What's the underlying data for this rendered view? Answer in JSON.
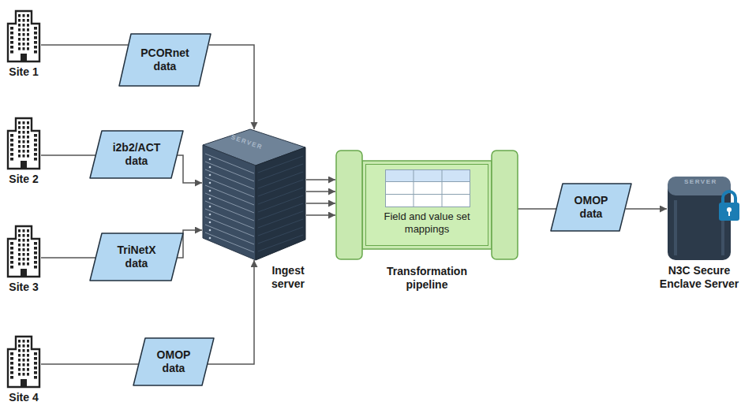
{
  "diagram": {
    "nodes": [
      {
        "text": [
          "Site 1"
        ]
      },
      {
        "text": [
          "PCORnet data"
        ]
      },
      {
        "text": [
          "Site 2"
        ]
      },
      {
        "text": [
          "i2b2/ACT data"
        ]
      },
      {
        "text": [
          "Site 3"
        ]
      },
      {
        "text": [
          "TriNetX data"
        ]
      },
      {
        "text": [
          "Site 4"
        ]
      },
      {
        "text": [
          "OMOP data"
        ]
      },
      {
        "text": [
          "Ingest server"
        ]
      },
      {
        "text": [
          "Transformation pipeline"
        ]
      },
      {
        "text": [
          "Field and value set mappings"
        ],
        "in": 9
      },
      {
        "text": [
          "OMOP data"
        ]
      },
      {
        "text": [
          "N3C Secure Enclave Server"
        ]
      }
    ],
    "edges": [
      {
        "from": 0,
        "to": 1,
        "arrow": "none"
      },
      {
        "from": 1,
        "to": 8,
        "arrow": "to"
      },
      {
        "from": 2,
        "to": 3,
        "arrow": "none"
      },
      {
        "from": 3,
        "to": 8,
        "arrow": "to"
      },
      {
        "from": 4,
        "to": 5,
        "arrow": "none"
      },
      {
        "from": 5,
        "to": 8,
        "arrow": "to"
      },
      {
        "from": 6,
        "to": 7,
        "arrow": "none"
      },
      {
        "from": 7,
        "to": 8,
        "arrow": "to"
      },
      {
        "from": 8,
        "to": 9,
        "arrow": "to"
      },
      {
        "from": 9,
        "to": 11,
        "arrow": "none"
      },
      {
        "from": 11,
        "to": 12,
        "arrow": "to"
      }
    ],
    "labels": [
      "SERVER",
      "SERVER"
    ]
  }
}
